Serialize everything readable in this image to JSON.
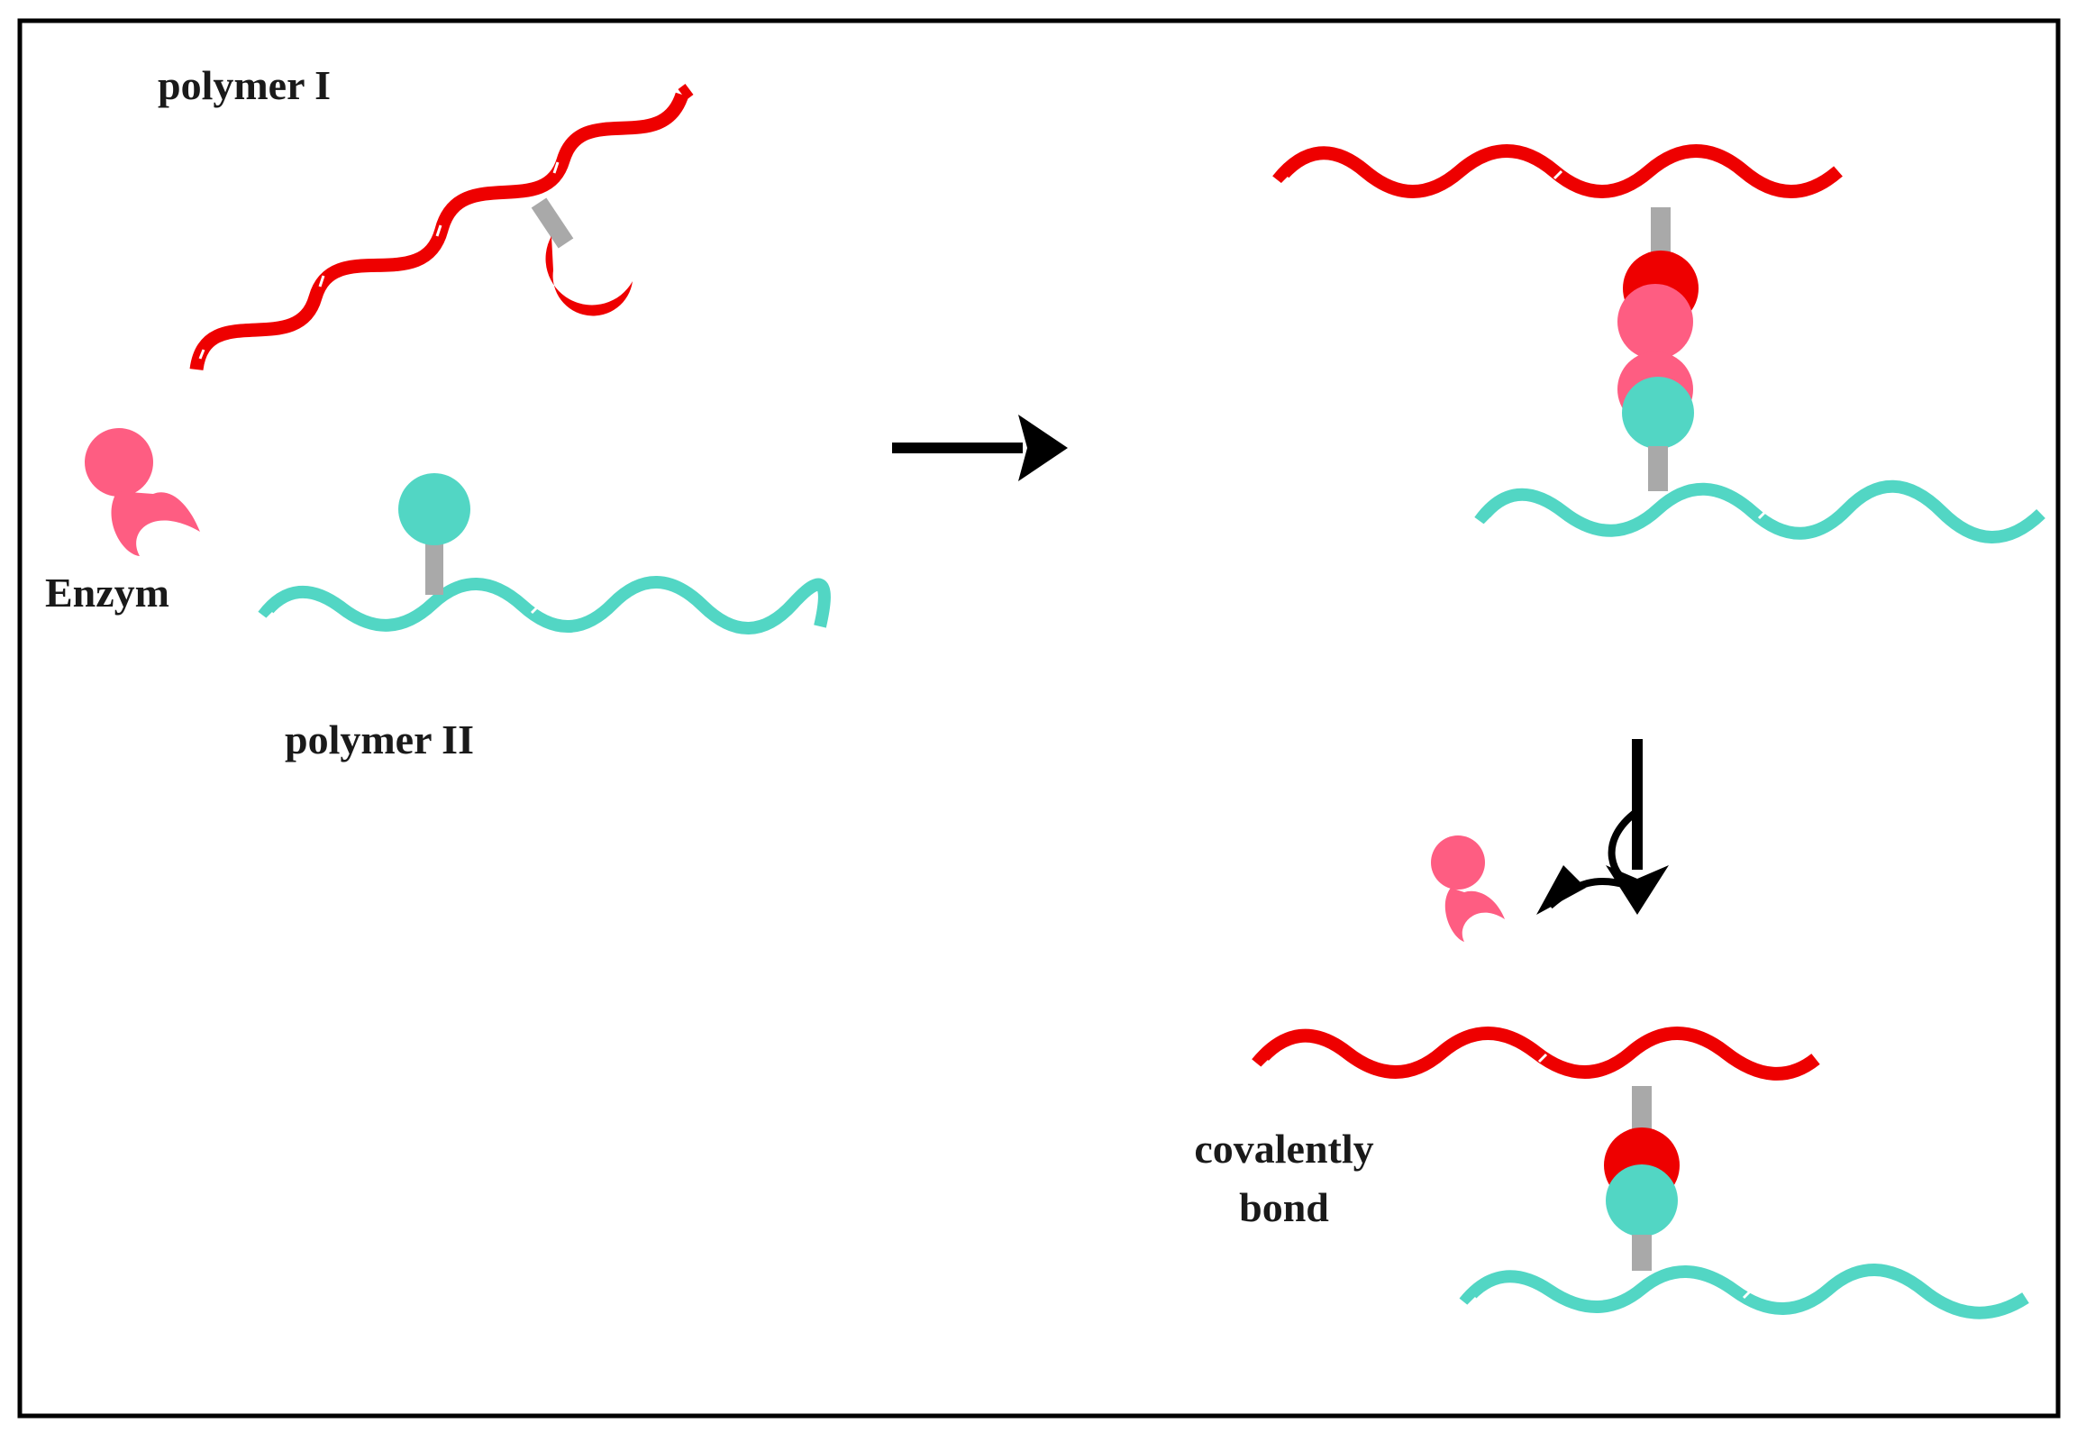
{
  "labels": {
    "polymer_1": "polymer I",
    "polymer_2": "polymer II",
    "enzyme": "Enzym",
    "covalent_line1": "covalently",
    "covalent_line2": "bond"
  },
  "colors": {
    "polymer_1": "#ee0000",
    "polymer_2": "#52d6c4",
    "enzyme": "#fe5d82",
    "linker": "#a9a9a9",
    "arrow": "#000000",
    "frame": "#000000",
    "background": "#ffffff"
  }
}
